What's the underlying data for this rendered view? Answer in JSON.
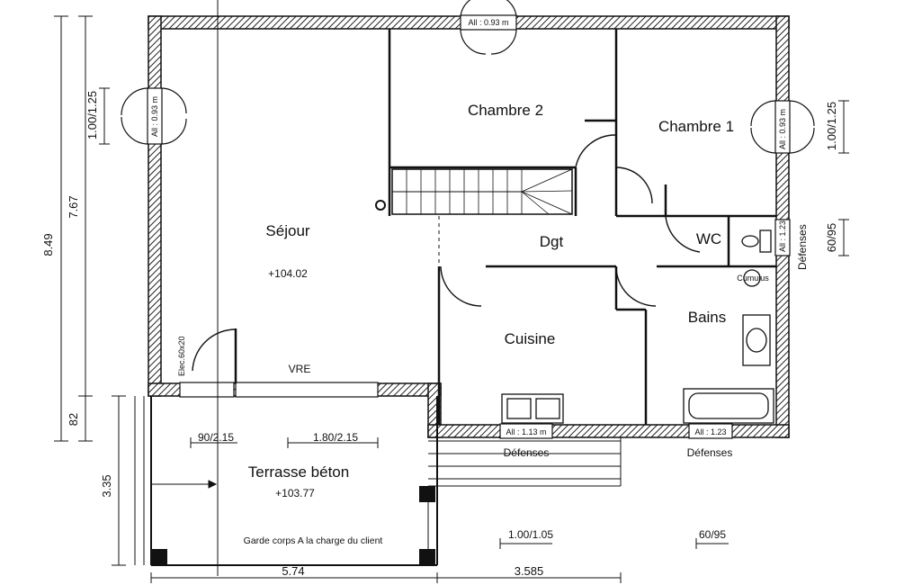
{
  "rooms": {
    "sejour": "Séjour",
    "sejour_level": "+104.02",
    "chambre2": "Chambre 2",
    "chambre1": "Chambre 1",
    "dgt": "Dgt",
    "wc": "WC",
    "cuisine": "Cuisine",
    "bains": "Bains",
    "cumulus": "Cumulus",
    "terrasse": "Terrasse béton",
    "terrasse_level": "+103.77"
  },
  "notes": {
    "garde_corps": "Garde corps A la charge du client",
    "vre": "VRE",
    "elec": "Elec.60x20",
    "defenses": "Défenses"
  },
  "window_tags": {
    "top": "All : 0.93 m",
    "left": "All : 0.93 m",
    "right": "All : 0.93 m",
    "wc": "All : 1.23",
    "cuisine": "All : 1.13 m",
    "bains": "All : 1.23"
  },
  "dimensions": {
    "total_height": "8.49",
    "main_height": "7.67",
    "bottom_strip": "82",
    "terrace_height": "3.35",
    "window_left": "1.00/1.25",
    "window_right": "1.00/1.25",
    "wc_window": "60/95",
    "opening_left": "90/2.15",
    "opening_bay": "1.80/2.15",
    "width_left": "5.74",
    "width_right": "3.585",
    "window_bottom_1": "1.00/1.05",
    "window_bottom_2": "60/95"
  }
}
